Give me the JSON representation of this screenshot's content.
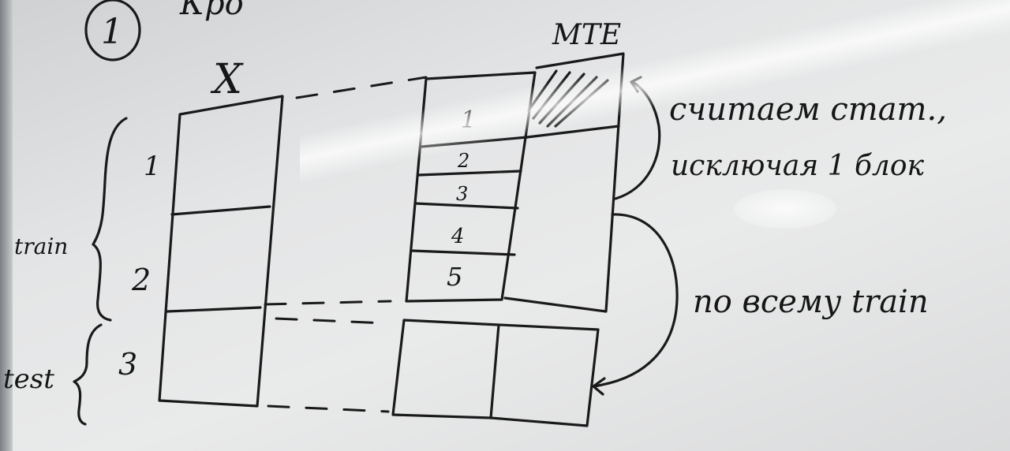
{
  "header": {
    "step_number": "1",
    "partial_word": "Кро"
  },
  "matrix": {
    "label": "X",
    "blocks": [
      "1",
      "2",
      "3"
    ]
  },
  "groups": {
    "train": "train",
    "test": "test"
  },
  "mte": {
    "label": "MTE",
    "folds": [
      "1",
      "2",
      "3",
      "4",
      "5"
    ]
  },
  "notes": {
    "line1": "считаем стат.,",
    "line2": "исключая 1 блок",
    "line3": "по всему train"
  }
}
